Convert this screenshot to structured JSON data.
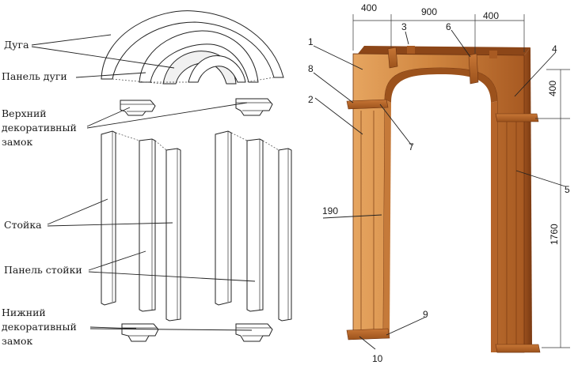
{
  "left_labels": {
    "arc": "Дуга",
    "arc_panel": "Панель дуги",
    "upper_lock_1": "Верхний",
    "upper_lock_2": "декоративный",
    "upper_lock_3": "замок",
    "post": "Стойка",
    "post_panel": "Панель стойки",
    "lower_lock_1": "Нижний",
    "lower_lock_2": "декоративный",
    "lower_lock_3": "замок"
  },
  "dimensions": {
    "top_left": "400",
    "top_middle": "900",
    "top_right": "400",
    "right_upper": "400",
    "right_lower": "1760",
    "width_post": "190"
  },
  "callouts": [
    "1",
    "2",
    "3",
    "4",
    "5",
    "6",
    "7",
    "8",
    "9",
    "10"
  ],
  "colors": {
    "wood_light": "#d9914a",
    "wood_mid": "#b8692c",
    "wood_dark": "#8a4517",
    "wood_edge": "#6b3210"
  }
}
